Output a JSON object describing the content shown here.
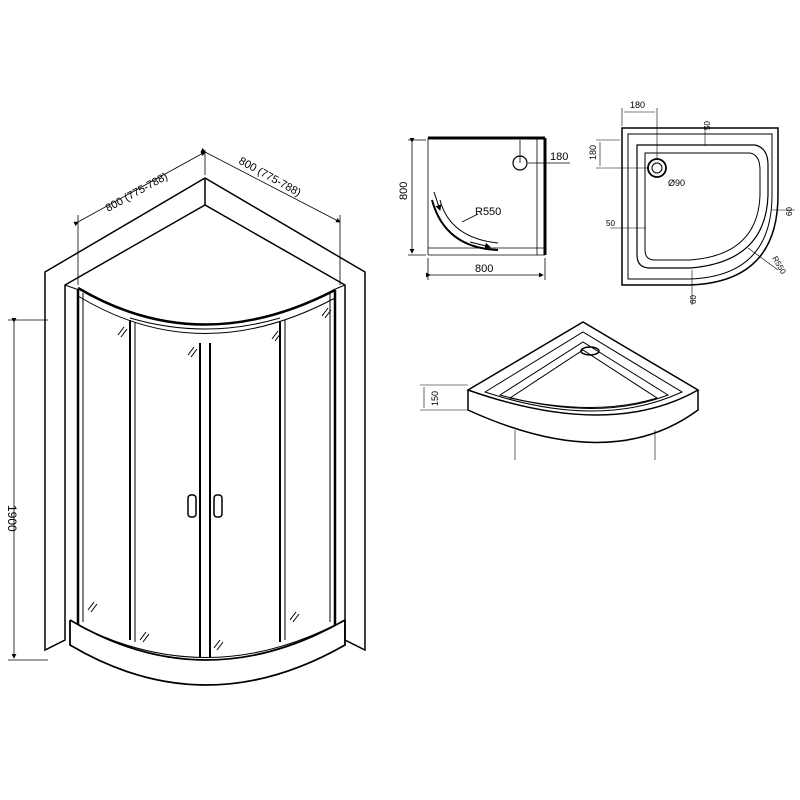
{
  "drawing": {
    "enclosure": {
      "width_left": "800 (775-788)",
      "width_right": "800 (775-788)",
      "height": "1900"
    },
    "plan": {
      "width": "800",
      "depth": "800",
      "radius": "R550",
      "drain_offset": "180"
    },
    "tray_top": {
      "offset_top": "180",
      "offset_left": "180",
      "rim_top": "50",
      "rim_left": "50",
      "rim_right": "60",
      "rim_bottom": "60",
      "drain": "Ø90",
      "radius": "R550"
    },
    "tray_iso": {
      "height": "150"
    }
  }
}
